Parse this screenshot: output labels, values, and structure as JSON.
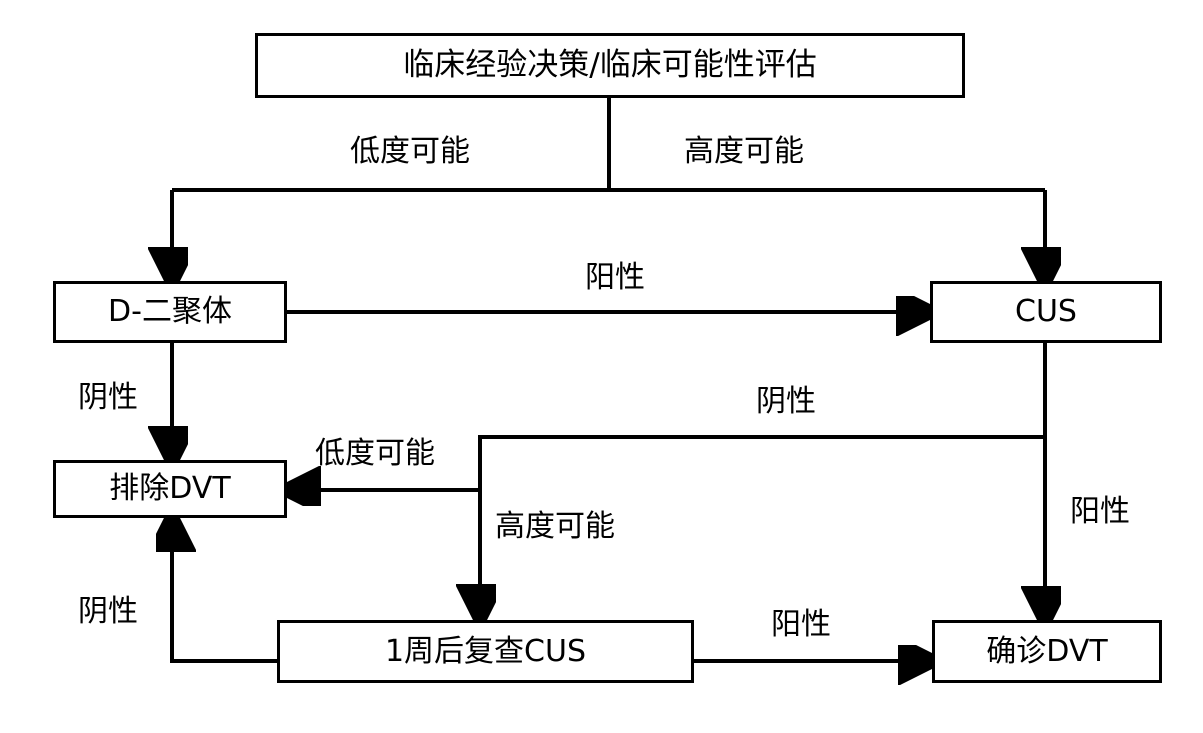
{
  "diagram": {
    "title_box": {
      "label": "临床经验决策/临床可能性评估"
    },
    "nodes": [
      {
        "id": "d_dimer",
        "label": "D-二聚体"
      },
      {
        "id": "cus",
        "label": "CUS"
      },
      {
        "id": "exclude_dvt",
        "label": "排除DVT"
      },
      {
        "id": "repeat_cus",
        "label": "1周后复查CUS"
      },
      {
        "id": "confirm_dvt",
        "label": "确诊DVT"
      }
    ],
    "edge_labels": {
      "root_low": "低度可能",
      "root_high": "高度可能",
      "ddimer_positive": "阳性",
      "ddimer_negative": "阴性",
      "cus_negative": "阴性",
      "cus_positive": "阳性",
      "branch_low": "低度可能",
      "branch_high": "高度可能",
      "repeat_positive": "阳性",
      "repeat_negative": "阴性"
    },
    "colors": {
      "line": "#000000",
      "box_border": "#000000",
      "background": "#ffffff",
      "text": "#000000"
    }
  }
}
